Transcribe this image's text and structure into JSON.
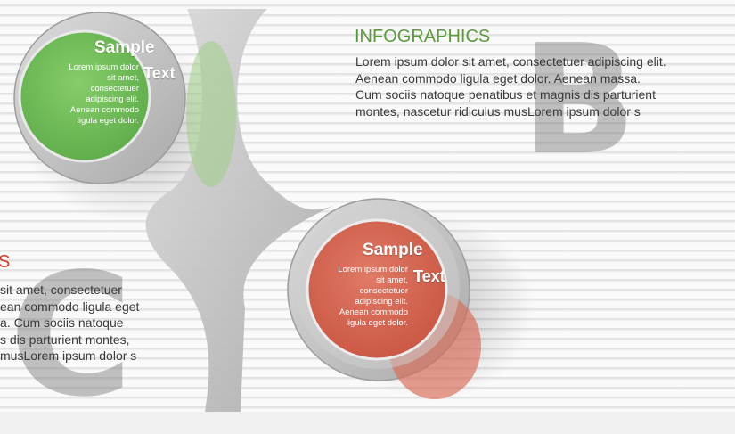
{
  "colors": {
    "green": "#6cbf55",
    "red": "#d5624f",
    "accent_green_heading": "#5a9b3a",
    "accent_red_heading": "#d0402c",
    "letter_gray": "#8a8a8a"
  },
  "bubble_green": {
    "title_line1": "Sample",
    "title_line2": "Text",
    "body": [
      "Lorem ipsum dolor",
      "sit amet,",
      "consectetuer",
      "adipiscing elit.",
      "Aenean commodo",
      "ligula eget dolor."
    ]
  },
  "bubble_red": {
    "title_line1": "Sample",
    "title_line2": "Text",
    "body": [
      "Lorem ipsum dolor",
      "sit amet,",
      "consectetuer",
      "adipiscing elit.",
      "Aenean commodo",
      "ligula eget dolor."
    ]
  },
  "section_b": {
    "letter": "B",
    "heading": "INFOGRAPHICS",
    "paragraph": "Lorem ipsum dolor sit amet, consectetuer adipiscing elit. Aenean commodo ligula eget dolor. Aenean massa. Cum sociis natoque penatibus et magnis dis parturient montes, nascetur ridiculus musLorem ipsum dolor s"
  },
  "section_c": {
    "letter": "C",
    "heading": "S",
    "lines": [
      "sit amet, consectetuer",
      "ean commodo ligula eget",
      "a. Cum sociis natoque",
      "s dis parturient montes,",
      "musLorem ipsum dolor s"
    ]
  }
}
